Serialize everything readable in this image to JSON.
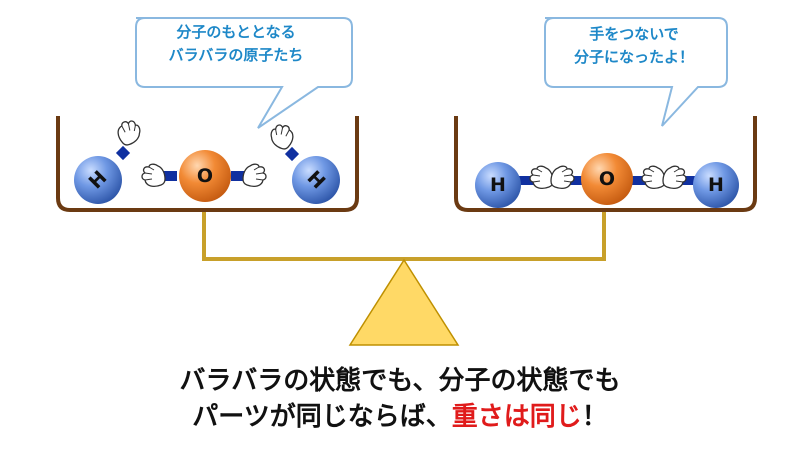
{
  "colors": {
    "bubble_border": "#8ab8e0",
    "bubble_text": "#1e88c8",
    "container": "#6b3a12",
    "beam": "#c8a02a",
    "fulcrum_fill": "#ffd966",
    "fulcrum_stroke": "#bf9000",
    "hydrogen": "#4f7fd0",
    "oxygen": "#ee7a24",
    "bond": "#1030a0",
    "accent_text": "#e01b1b"
  },
  "left_pan": {
    "bubble_lines": [
      "分子のもととなる",
      "バラバラの原子たち"
    ],
    "atoms": [
      {
        "element": "hydrogen",
        "symbol": "H"
      },
      {
        "element": "oxygen",
        "symbol": "O"
      },
      {
        "element": "hydrogen",
        "symbol": "H"
      }
    ],
    "bonded": false
  },
  "right_pan": {
    "bubble_lines": [
      "手をつないで",
      "分子になったよ！"
    ],
    "atoms": [
      {
        "element": "hydrogen",
        "symbol": "H"
      },
      {
        "element": "oxygen",
        "symbol": "O"
      },
      {
        "element": "hydrogen",
        "symbol": "H"
      }
    ],
    "bonded": true
  },
  "caption": {
    "line1": "バラバラの状態でも、分子の状態でも",
    "line2_prefix": "パーツが同じならば、",
    "line2_emphasis": "重さは同じ",
    "line2_suffix": "！"
  },
  "icons": [
    "hand-icon"
  ]
}
